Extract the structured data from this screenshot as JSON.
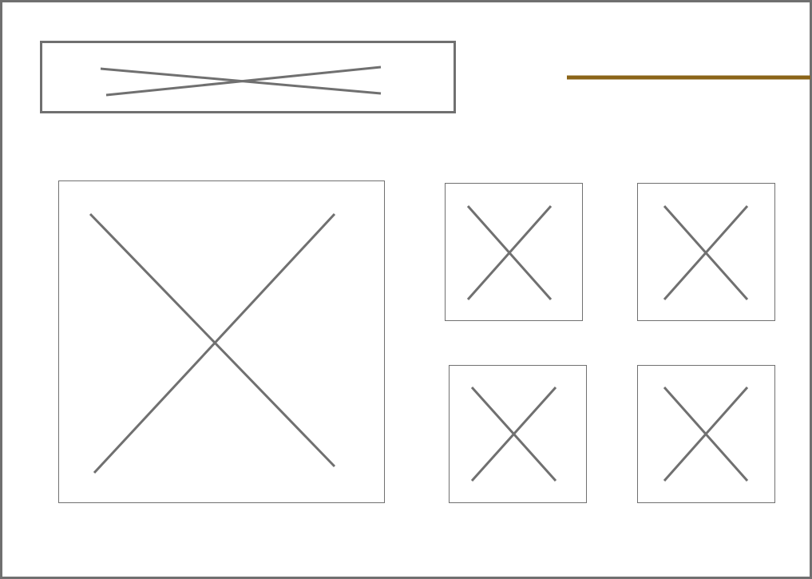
{
  "wireframe": {
    "frame_color": "#707070",
    "accent_color": "#8B6418",
    "background_color": "#ffffff",
    "elements": [
      "header-image-placeholder",
      "accent-rule",
      "hero-image-placeholder",
      "thumb-placeholder-top-left",
      "thumb-placeholder-top-right",
      "thumb-placeholder-bottom-left",
      "thumb-placeholder-bottom-right"
    ]
  }
}
